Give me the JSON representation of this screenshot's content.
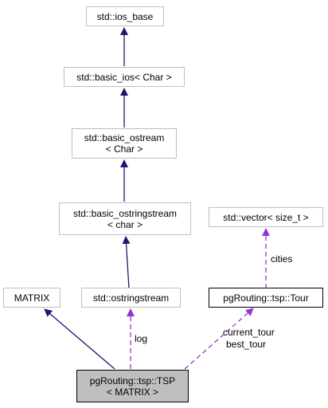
{
  "colors": {
    "inheritance_edge": "#191970",
    "usage_edge": "#9a32cd",
    "node_border_gray": "#bfbfbf",
    "focus_fill": "#bfbfbf"
  },
  "nodes": {
    "ios_base": {
      "line1": "std::ios_base"
    },
    "basic_ios": {
      "line1": "std::basic_ios< Char >"
    },
    "basic_ostream": {
      "line1": "std::basic_ostream",
      "line2": "< Char >"
    },
    "basic_ostringstream": {
      "line1": "std::basic_ostringstream",
      "line2": "< char >"
    },
    "vector": {
      "line1": "std::vector< size_t >"
    },
    "matrix": {
      "line1": "MATRIX"
    },
    "ostringstream": {
      "line1": "std::ostringstream"
    },
    "tour": {
      "line1": "pgRouting::tsp::Tour"
    },
    "tsp": {
      "line1": "pgRouting::tsp::TSP",
      "line2": "< MATRIX >"
    }
  },
  "edge_labels": {
    "log": "log",
    "cities": "cities",
    "current_tour": "current_tour",
    "best_tour": "best_tour"
  }
}
